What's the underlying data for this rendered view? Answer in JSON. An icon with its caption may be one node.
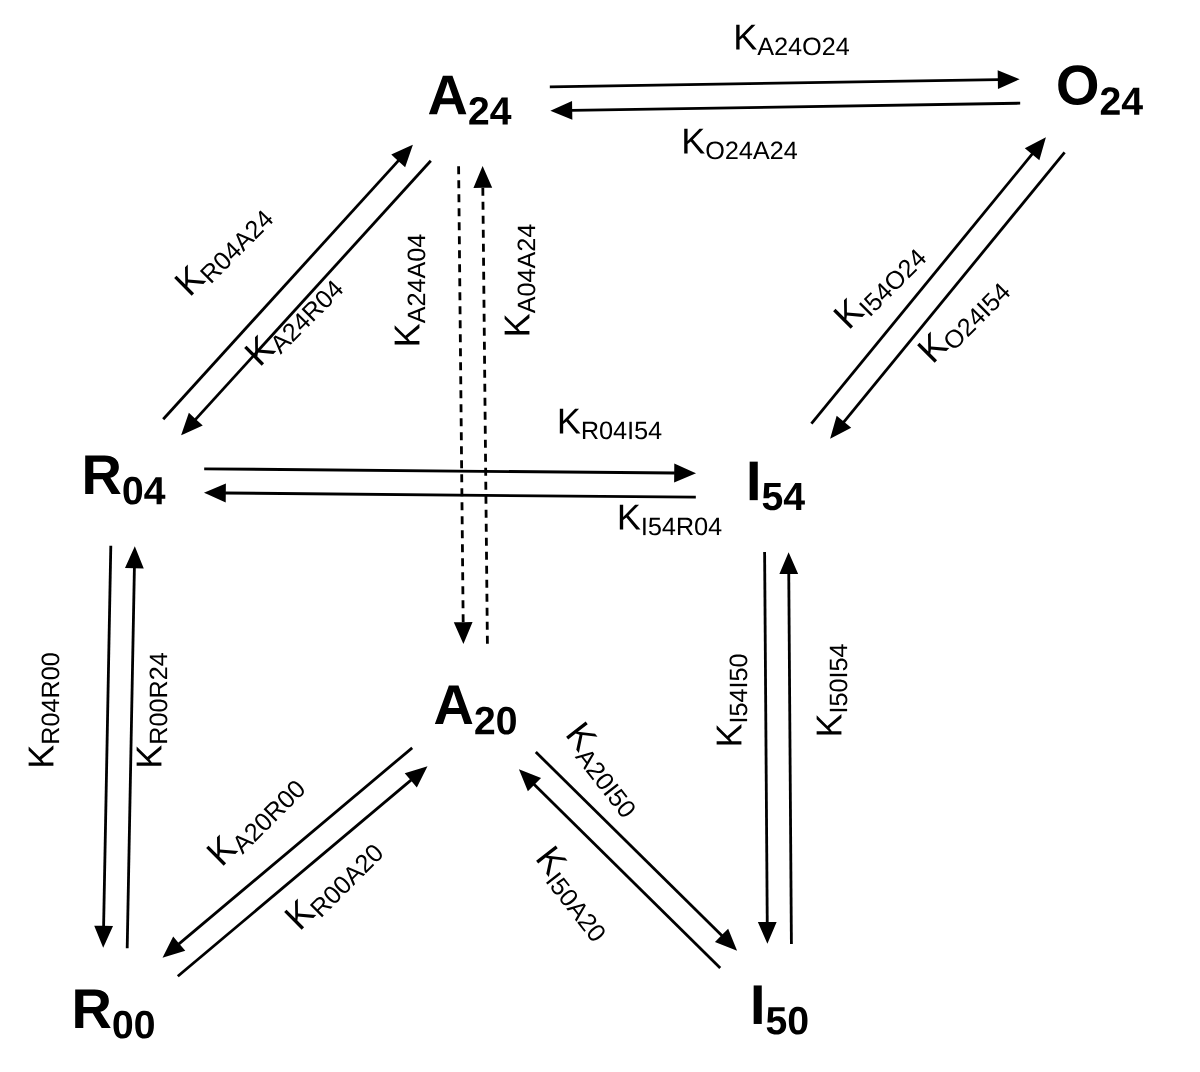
{
  "diagram": {
    "nodes": [
      {
        "text": [
          "A$_{24}$"
        ]
      },
      {
        "text": [
          "O$_{24}$"
        ]
      },
      {
        "text": [
          "R$_{04}$"
        ]
      },
      {
        "text": [
          "I$_{54}$"
        ]
      },
      {
        "text": [
          "A$_{20}$"
        ]
      },
      {
        "text": [
          "R$_{00}$"
        ]
      },
      {
        "text": [
          "I$_{50}$"
        ]
      }
    ],
    "edges": [
      {
        "from": 0,
        "to": 1,
        "arrow": "to",
        "label": "K$_{A24O24}$"
      },
      {
        "from": 1,
        "to": 0,
        "arrow": "to",
        "label": "K$_{O24A24}$"
      },
      {
        "from": 2,
        "to": 0,
        "arrow": "to",
        "label": "K$_{R04A24}$"
      },
      {
        "from": 0,
        "to": 2,
        "arrow": "to",
        "label": "K$_{A24R04}$"
      },
      {
        "from": 0,
        "to": 4,
        "arrow": "to",
        "label": "K$_{A24A04}$",
        "style": "dashed"
      },
      {
        "from": 4,
        "to": 0,
        "arrow": "to",
        "label": "K$_{A04A24}$",
        "style": "dashed"
      },
      {
        "from": 2,
        "to": 3,
        "arrow": "to",
        "label": "K$_{R04I54}$"
      },
      {
        "from": 3,
        "to": 2,
        "arrow": "to",
        "label": "K$_{I54R04}$"
      },
      {
        "from": 3,
        "to": 1,
        "arrow": "to",
        "label": "K$_{I54O24}$"
      },
      {
        "from": 1,
        "to": 3,
        "arrow": "to",
        "label": "K$_{O24I54}$"
      },
      {
        "from": 2,
        "to": 5,
        "arrow": "to",
        "label": "K$_{R04R00}$"
      },
      {
        "from": 5,
        "to": 2,
        "arrow": "to",
        "label": "K$_{R00R24}$"
      },
      {
        "from": 4,
        "to": 5,
        "arrow": "to",
        "label": "K$_{A20R00}$"
      },
      {
        "from": 5,
        "to": 4,
        "arrow": "to",
        "label": "K$_{R00A20}$"
      },
      {
        "from": 4,
        "to": 6,
        "arrow": "to",
        "label": "K$_{A20I50}$"
      },
      {
        "from": 6,
        "to": 4,
        "arrow": "to",
        "label": "K$_{I50A20}$"
      },
      {
        "from": 3,
        "to": 6,
        "arrow": "to",
        "label": "K$_{I54I50}$"
      },
      {
        "from": 6,
        "to": 3,
        "arrow": "to",
        "label": "K$_{I50I54}$"
      }
    ]
  }
}
